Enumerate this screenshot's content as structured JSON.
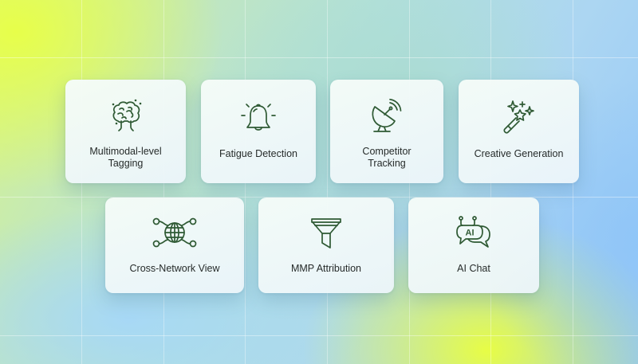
{
  "background": {
    "accent_yellow": "#e8ff46",
    "accent_blue": "#92c6f8",
    "accent_teal": "#b2e0dc"
  },
  "icon_color": "#2f5a34",
  "text_color": "#262b2a",
  "features": [
    {
      "id": "multimodal-tagging",
      "label": "Multimodal-level\nTagging",
      "icon": "brain-icon"
    },
    {
      "id": "fatigue-detection",
      "label": "Fatigue Detection",
      "icon": "bell-icon"
    },
    {
      "id": "competitor-tracking",
      "label": "Competitor\nTracking",
      "icon": "satellite-dish-icon"
    },
    {
      "id": "creative-generation",
      "label": "Creative Generation",
      "icon": "magic-wand-icon"
    },
    {
      "id": "cross-network-view",
      "label": "Cross-Network View",
      "icon": "network-globe-icon"
    },
    {
      "id": "mmp-attribution",
      "label": "MMP Attribution",
      "icon": "funnel-icon"
    },
    {
      "id": "ai-chat",
      "label": "AI Chat",
      "icon": "ai-chat-bubbles-icon",
      "icon_text": "AI"
    }
  ]
}
